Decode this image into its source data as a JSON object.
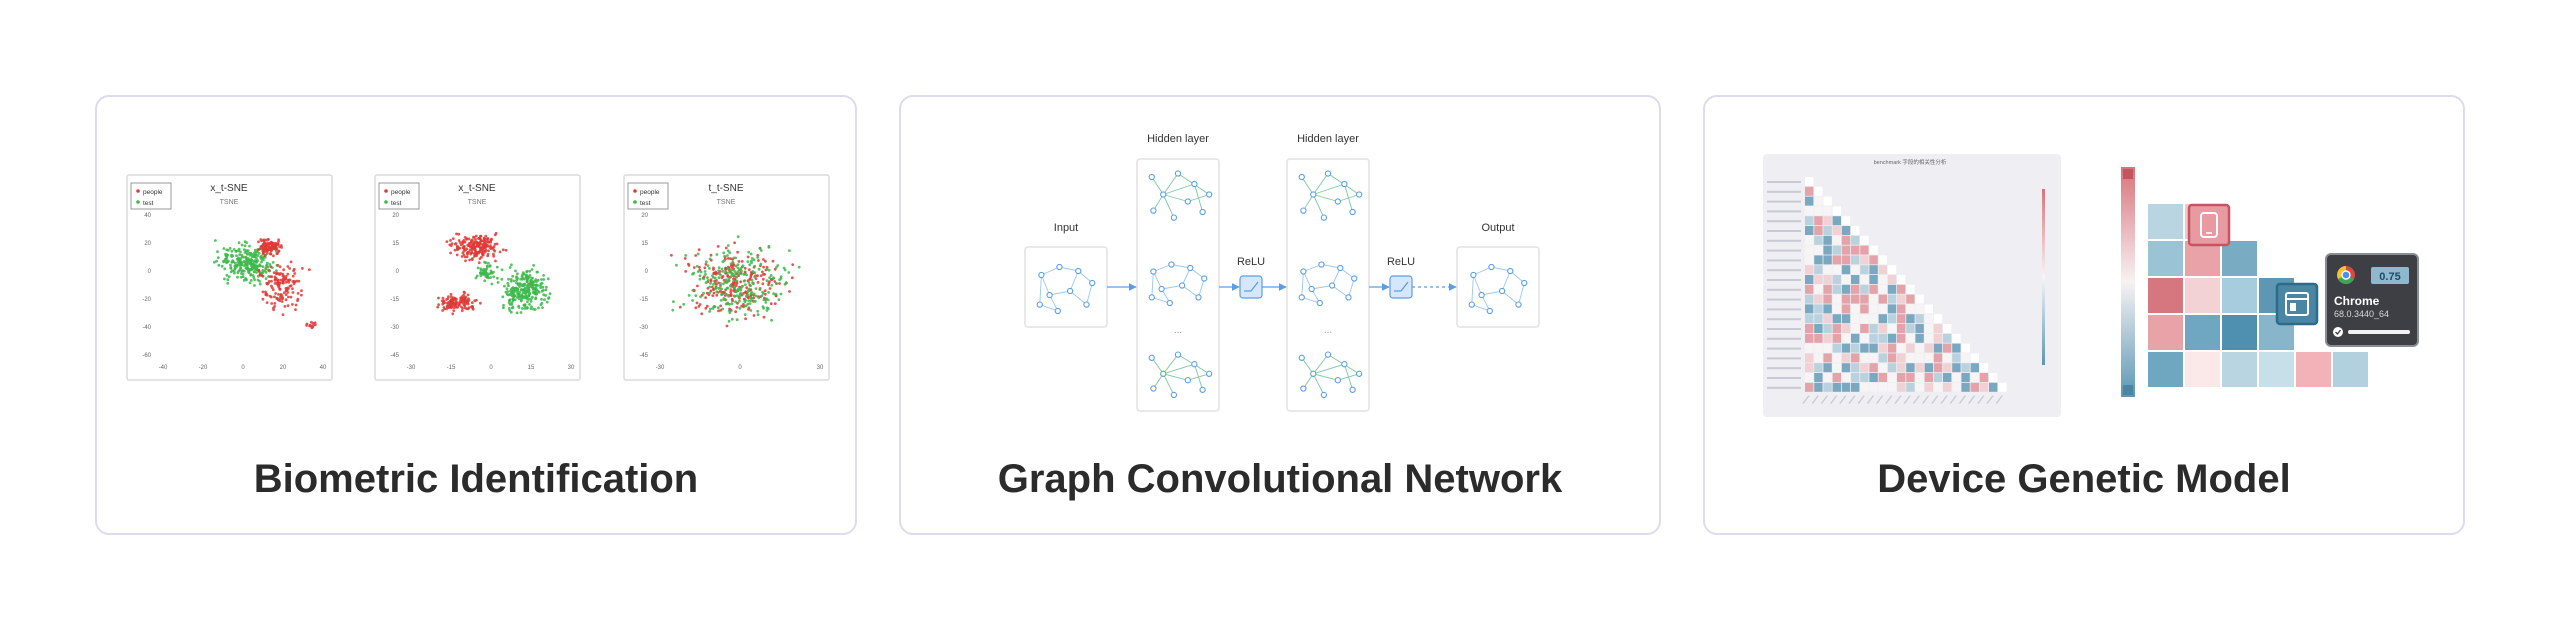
{
  "cards": [
    {
      "title": "Biometric Identification",
      "plots": [
        {
          "title": "x_t-SNE",
          "subtitle": "TSNE",
          "legend": [
            "people",
            "test"
          ],
          "yticks": [
            "40",
            "20",
            "0",
            "-20",
            "-40",
            "-60"
          ],
          "xticks": [
            "-40",
            "-20",
            "0",
            "20",
            "40"
          ]
        },
        {
          "title": "x_t-SNE",
          "subtitle": "TSNE",
          "legend": [
            "people",
            "test"
          ],
          "yticks": [
            "20",
            "15",
            "0",
            "-15",
            "-30",
            "-45"
          ],
          "xticks": [
            "-30",
            "-15",
            "0",
            "15",
            "30"
          ]
        },
        {
          "title": "t_t-SNE",
          "subtitle": "TSNE",
          "legend": [
            "people",
            "test"
          ],
          "yticks": [
            "20",
            "15",
            "0",
            "-15",
            "-30",
            "-45"
          ],
          "xticks": [
            "-30",
            "0",
            "30"
          ]
        }
      ]
    },
    {
      "title": "Graph Convolutional Network",
      "labels": {
        "input": "Input",
        "hidden1": "Hidden layer",
        "relu1": "ReLU",
        "hidden2": "Hidden layer",
        "relu2": "ReLU",
        "output": "Output",
        "ellipsis": "..."
      }
    },
    {
      "title": "Device Genetic Model",
      "heatmap_title": "benchmark 字段的相关性分析",
      "browser_card": {
        "name": "Chrome",
        "version": "68.0.3440_64",
        "score": "0.75"
      }
    }
  ],
  "colors": {
    "red_point": "#e03a36",
    "green_point": "#3cb84a",
    "network_blue": "#5b9ee8",
    "heat_blue": "#5b97b4",
    "heat_red": "#d9737c"
  }
}
